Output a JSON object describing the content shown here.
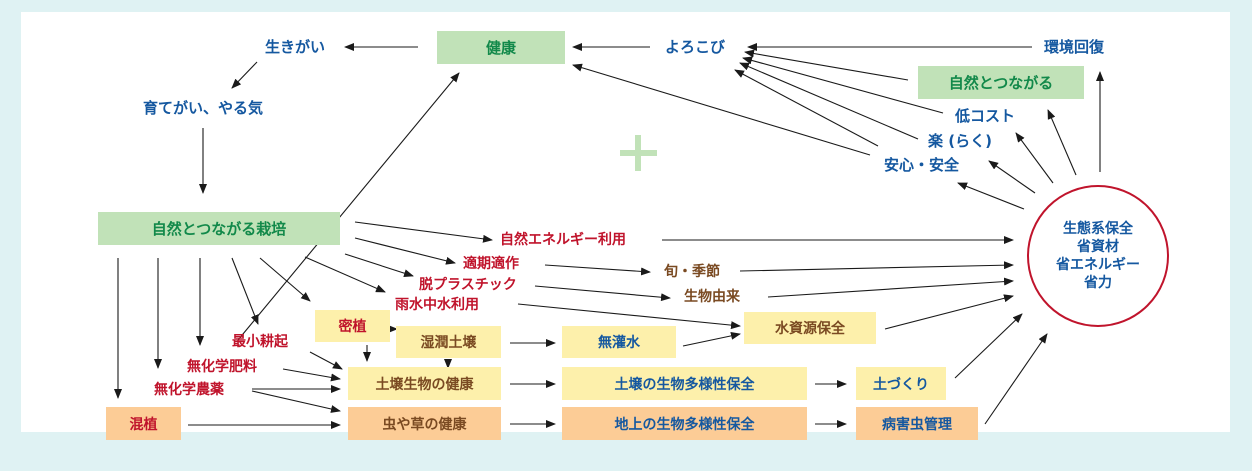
{
  "diagram": {
    "outcomes": {
      "ikigai": "生きがい",
      "kenko": "健康",
      "yorokobi": "よろこび",
      "kankyo_kaifuku": "環境回復",
      "shizen_tsunagaru": "自然とつながる",
      "low_cost": "低コスト",
      "raku": "楽 (らく)",
      "anshin": "安心・安全",
      "sodategai": "育てがい、やる気"
    },
    "plus_symbol": "+",
    "cultivation": "自然とつながる栽培",
    "practices": {
      "shizen_energy": "自然エネルギー利用",
      "tekki_tekisaku": "適期適作",
      "datsu_plastic": "脱プラスチック",
      "usui_chusui": "雨水中水利用",
      "saisho_koki": "最小耕起",
      "mukagaku_hiryo": "無化学肥料",
      "mukagaku_noyaku": "無化学農薬",
      "mitsushoku": "密植",
      "konshoku": "混植"
    },
    "intermediate": {
      "shun_kisetsu": "旬・季節",
      "seibutsu_yurai": "生物由来",
      "shitsujun_dojo": "湿潤土壌",
      "mukansui": "無灌水",
      "mizu_shigen": "水資源保全",
      "dojo_seibutsu": "土壌生物の健康",
      "dojo_tayosei": "土壌の生物多様性保全",
      "tsuchizukuri": "土づくり",
      "mushi_kusa": "虫や草の健康",
      "chijo_tayosei": "地上の生物多様性保全",
      "byogaichu": "病害虫管理"
    },
    "goal_circle": {
      "lines": [
        "生態系保全",
        "省資材",
        "省エネルギー",
        "省力"
      ]
    },
    "colors": {
      "background": "#dff2f3",
      "blue_text": "#1558a0",
      "red_text": "#c0142c",
      "brown_text": "#7a4a22",
      "green_text": "#12894a",
      "green_box": "#c1e2b8",
      "yellow_box": "#fdf0ab",
      "orange_box": "#fccc96",
      "circle_border": "#c0142c"
    }
  }
}
